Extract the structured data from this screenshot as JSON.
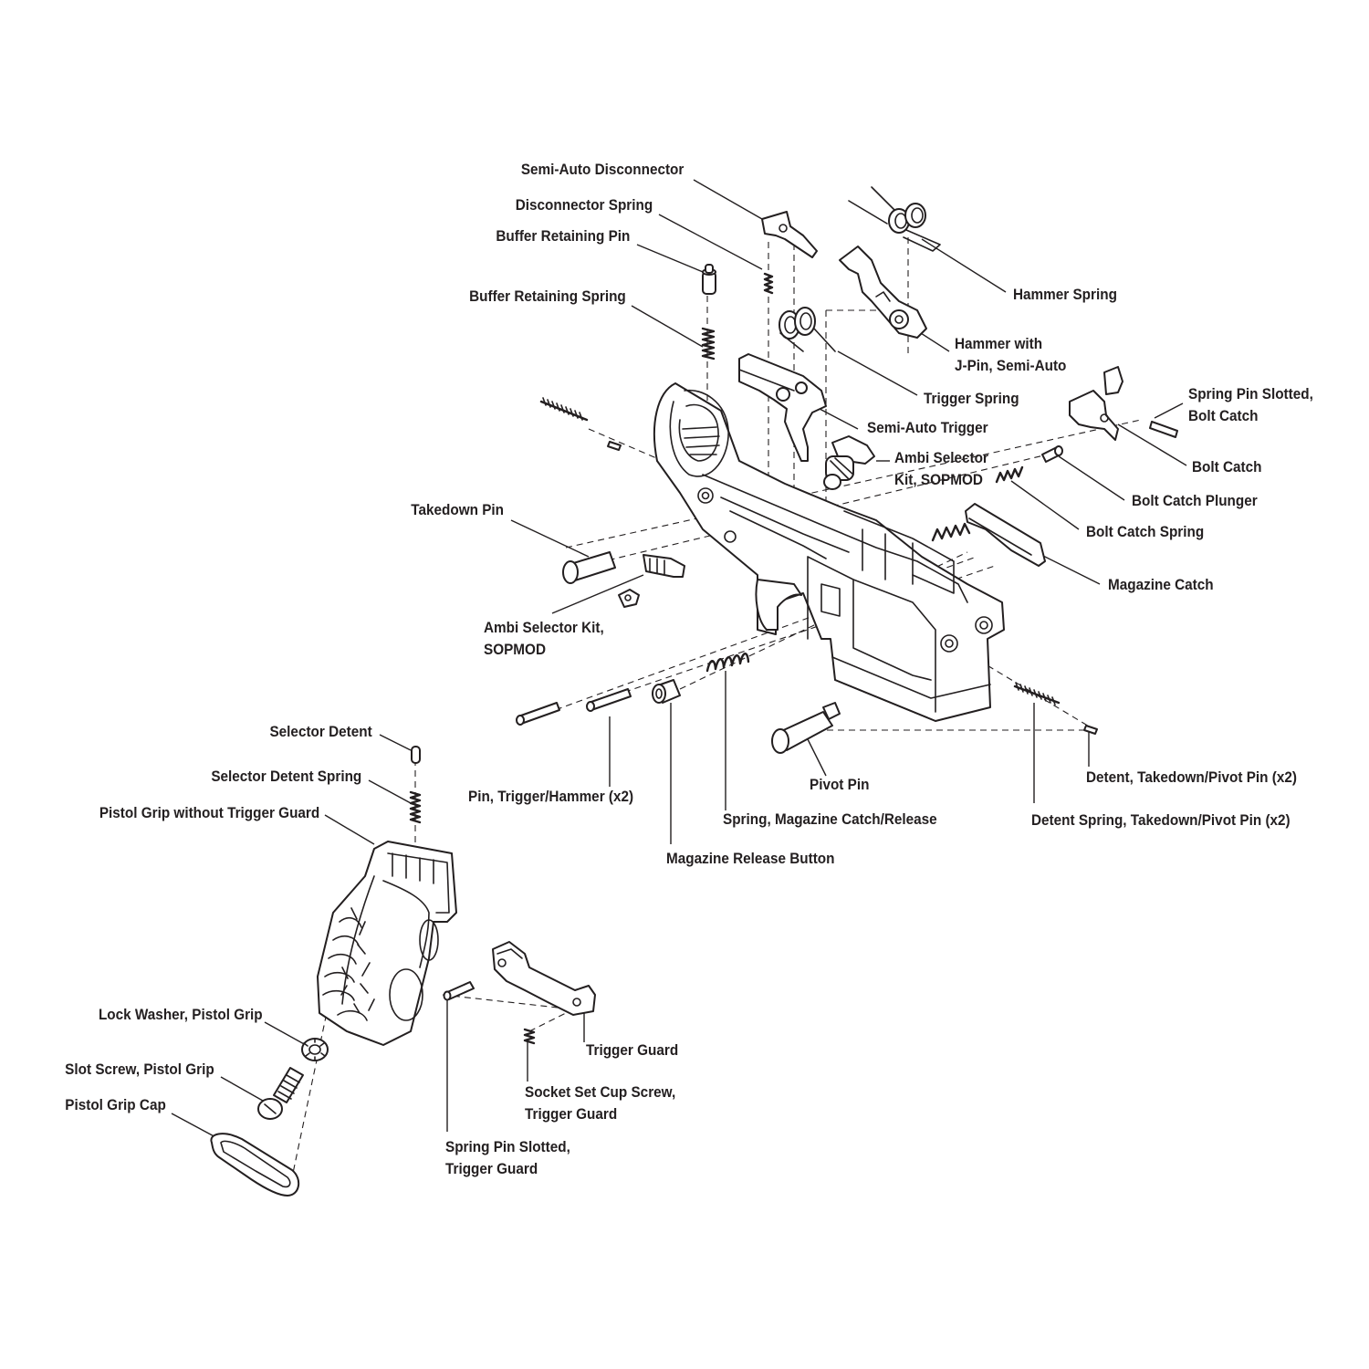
{
  "diagram": {
    "labels": {
      "semi_auto_disconnector": [
        "Semi-Auto Disconnector"
      ],
      "disconnector_spring": [
        "Disconnector Spring"
      ],
      "buffer_retaining_pin": [
        "Buffer Retaining Pin"
      ],
      "buffer_retaining_spring": [
        "Buffer Retaining Spring"
      ],
      "hammer_spring": [
        "Hammer Spring"
      ],
      "hammer_with_j_pin": [
        "Hammer with",
        "J-Pin, Semi-Auto"
      ],
      "trigger_spring": [
        "Trigger Spring"
      ],
      "semi_auto_trigger": [
        "Semi-Auto Trigger"
      ],
      "ambi_selector_kit_top": [
        "Ambi Selector",
        "Kit, SOPMOD"
      ],
      "spring_pin_slotted_bolt_catch": [
        "Spring Pin Slotted,",
        "Bolt Catch"
      ],
      "bolt_catch": [
        "Bolt Catch"
      ],
      "bolt_catch_plunger": [
        "Bolt Catch Plunger"
      ],
      "bolt_catch_spring": [
        "Bolt Catch Spring"
      ],
      "magazine_catch": [
        "Magazine Catch"
      ],
      "takedown_pin": [
        "Takedown Pin"
      ],
      "ambi_selector_kit_left": [
        "Ambi Selector Kit,",
        "SOPMOD"
      ],
      "selector_detent": [
        "Selector Detent"
      ],
      "selector_detent_spring": [
        "Selector Detent Spring"
      ],
      "pistol_grip_without_trigger_guard": [
        "Pistol Grip without Trigger Guard"
      ],
      "pin_trigger_hammer": [
        "Pin, Trigger/Hammer (x2)"
      ],
      "pivot_pin": [
        "Pivot Pin"
      ],
      "spring_magazine_catch_release": [
        "Spring, Magazine Catch/Release"
      ],
      "magazine_release_button": [
        "Magazine Release Button"
      ],
      "detent_takedown_pivot_pin": [
        "Detent, Takedown/Pivot Pin (x2)"
      ],
      "detent_spring_takedown_pivot_pin": [
        "Detent Spring, Takedown/Pivot Pin (x2)"
      ],
      "lock_washer_pistol_grip": [
        "Lock Washer, Pistol Grip"
      ],
      "slot_screw_pistol_grip": [
        "Slot Screw, Pistol Grip"
      ],
      "pistol_grip_cap": [
        "Pistol Grip Cap"
      ],
      "trigger_guard": [
        "Trigger Guard"
      ],
      "socket_set_cup_screw_trigger_guard": [
        "Socket Set Cup Screw,",
        "Trigger Guard"
      ],
      "spring_pin_slotted_trigger_guard": [
        "Spring Pin Slotted,",
        "Trigger Guard"
      ]
    }
  }
}
